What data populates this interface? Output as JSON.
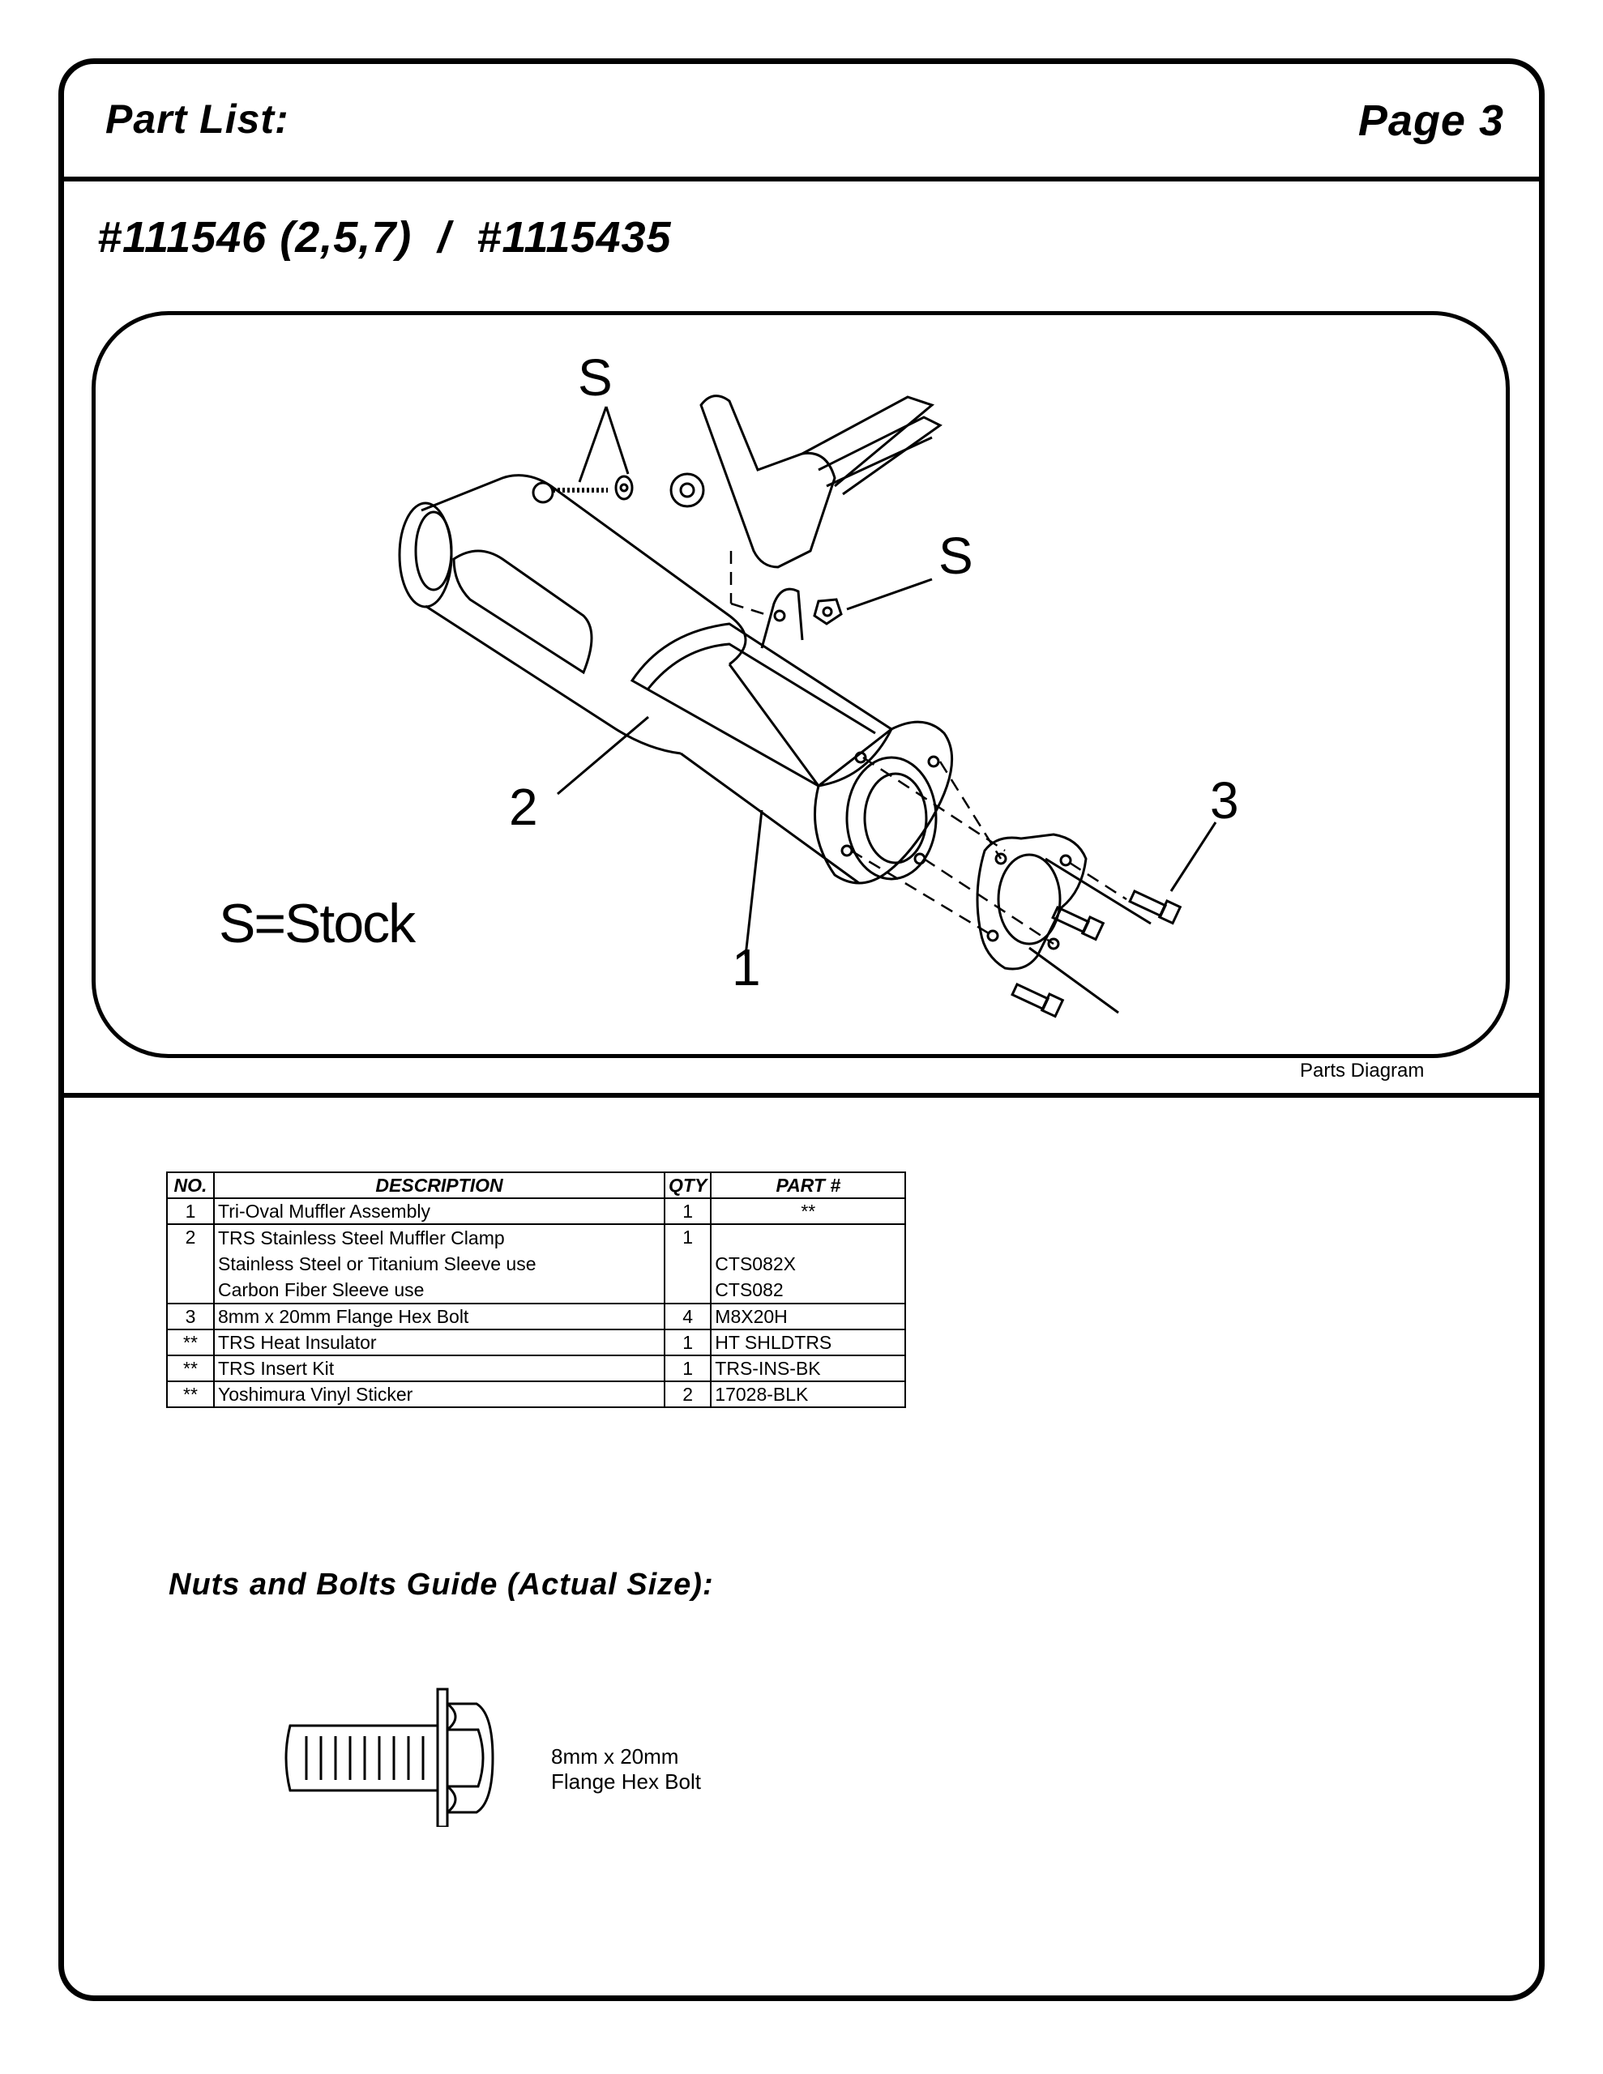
{
  "header": {
    "title": "Part List:",
    "page": "Page 3"
  },
  "part_numbers": "#111546 (2,5,7)  /  #1115435",
  "diagram": {
    "callouts": {
      "s_top": "S",
      "s_right": "S",
      "n1": "1",
      "n2": "2",
      "n3": "3"
    },
    "legend": "S=Stock",
    "caption": "Parts Diagram"
  },
  "table": {
    "headers": [
      "NO.",
      "DESCRIPTION",
      "QTY",
      "PART #"
    ],
    "rows": [
      {
        "no": "1",
        "desc": [
          "Tri-Oval Muffler Assembly"
        ],
        "qty": "1",
        "part": [
          "**"
        ]
      },
      {
        "no": "2",
        "desc": [
          "TRS Stainless Steel Muffler Clamp",
          "Stainless Steel or Titanium Sleeve use",
          "Carbon Fiber Sleeve use"
        ],
        "qty": "1",
        "part": [
          "",
          "CTS082X",
          "CTS082"
        ]
      },
      {
        "no": "3",
        "desc": [
          "8mm x 20mm Flange Hex Bolt"
        ],
        "qty": "4",
        "part": [
          "M8X20H"
        ]
      },
      {
        "no": "**",
        "desc": [
          "TRS Heat Insulator"
        ],
        "qty": "1",
        "part": [
          "HT SHLDTRS"
        ]
      },
      {
        "no": "**",
        "desc": [
          "TRS Insert Kit"
        ],
        "qty": "1",
        "part": [
          "TRS-INS-BK"
        ]
      },
      {
        "no": "**",
        "desc": [
          "Yoshimura Vinyl Sticker"
        ],
        "qty": "2",
        "part": [
          "17028-BLK"
        ]
      }
    ]
  },
  "guide": {
    "title": "Nuts and Bolts Guide (Actual Size):",
    "bolt_label_line1": "8mm x 20mm",
    "bolt_label_line2": "Flange Hex Bolt"
  }
}
